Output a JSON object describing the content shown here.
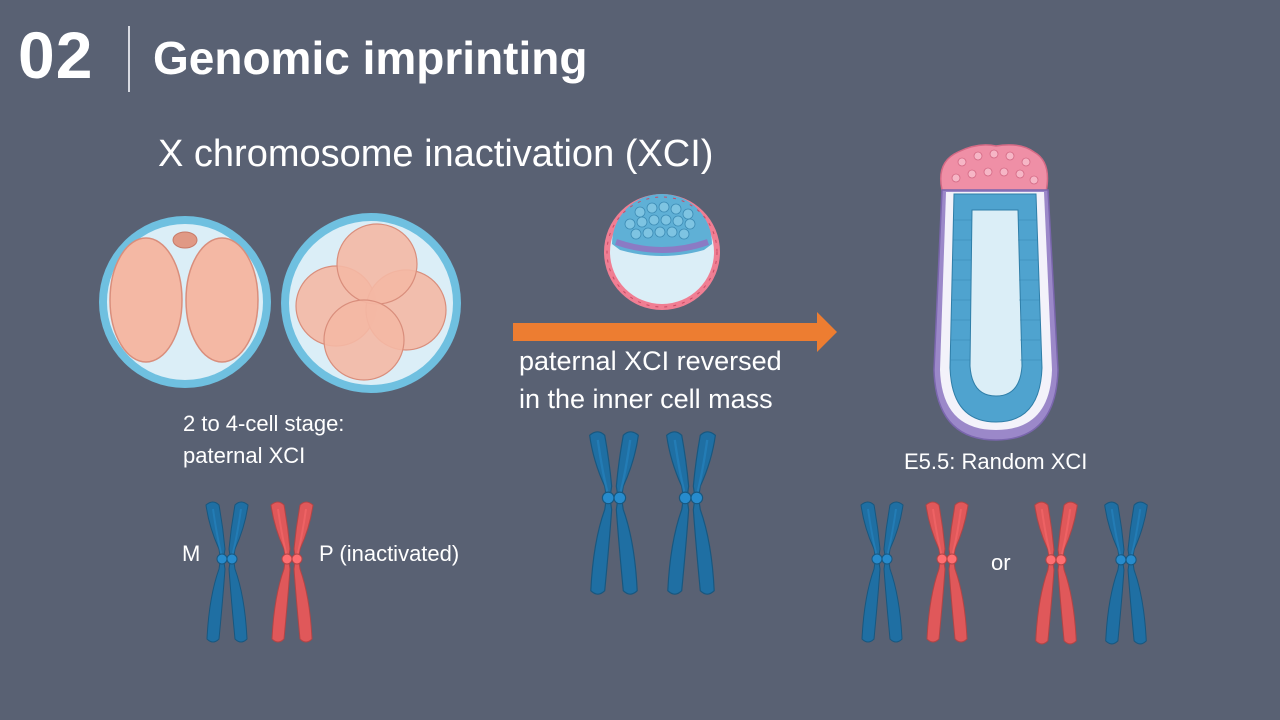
{
  "header": {
    "number": "02",
    "title": "Genomic imprinting"
  },
  "subtitle": "X chromosome inactivation (XCI)",
  "stage1": {
    "caption_line1": "2 to 4-cell stage:",
    "caption_line2": "paternal XCI",
    "maternal_label": "M",
    "paternal_label": "P (inactivated)"
  },
  "arrow": {
    "caption_line1": "paternal XCI reversed",
    "caption_line2": "in the inner cell mass"
  },
  "stage3": {
    "caption": "E5.5: Random XCI",
    "or_label": "or"
  },
  "colors": {
    "background": "#596173",
    "active_chromosome": "#1f6fa3",
    "inactive_chromosome": "#e0585a",
    "arrow": "#ed7d31",
    "zona": "#6fc0e0",
    "blastomere": "#f4b8a4"
  }
}
